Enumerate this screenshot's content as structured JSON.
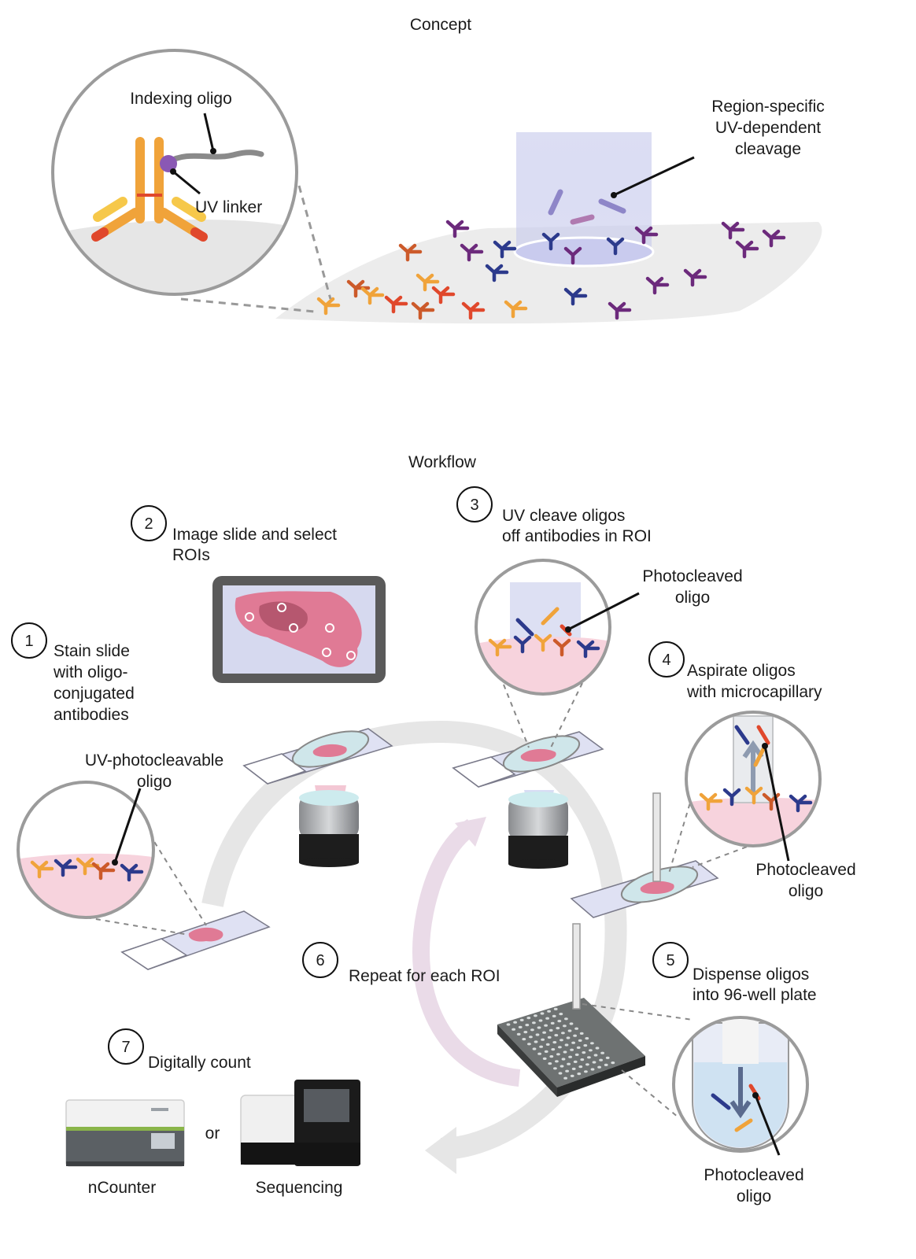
{
  "concept": {
    "title": "Concept",
    "indexing_oligo": "Indexing oligo",
    "uv_linker": "UV linker",
    "region_line1": "Region-specific",
    "region_line2": "UV-dependent",
    "region_line3": "cleavage"
  },
  "workflow": {
    "title": "Workflow",
    "steps": [
      {
        "num": "1",
        "lines": [
          "Stain slide",
          "with oligo-",
          "conjugated",
          "antibodies"
        ]
      },
      {
        "num": "2",
        "lines": [
          "Image slide and select",
          "ROIs"
        ]
      },
      {
        "num": "3",
        "lines": [
          "UV cleave oligos",
          "off antibodies in ROI"
        ]
      },
      {
        "num": "4",
        "lines": [
          "Aspirate oligos",
          "with microcapillary"
        ]
      },
      {
        "num": "5",
        "lines": [
          "Dispense oligos",
          "into 96-well plate"
        ]
      },
      {
        "num": "6",
        "lines": [
          "Repeat for each ROI"
        ]
      },
      {
        "num": "7",
        "lines": [
          "Digitally count"
        ]
      }
    ],
    "uv_photocleavable": [
      "UV-photocleavable",
      "oligo"
    ],
    "photocleaved_3": [
      "Photocleaved",
      "oligo"
    ],
    "photocleaved_4": [
      "Photocleaved",
      "oligo"
    ],
    "photocleaved_5": [
      "Photocleaved",
      "oligo"
    ],
    "or_text": "or",
    "ncounter": "nCounter",
    "sequencing": "Sequencing"
  },
  "colors": {
    "orange": "#f0a33a",
    "red": "#e0482c",
    "rust": "#cc5a2a",
    "navy": "#2c3a8c",
    "purple": "#6c2a7c",
    "violet": "#8e86c8",
    "tissue": "#e07a95",
    "pink_bg": "#f7d3dd"
  }
}
